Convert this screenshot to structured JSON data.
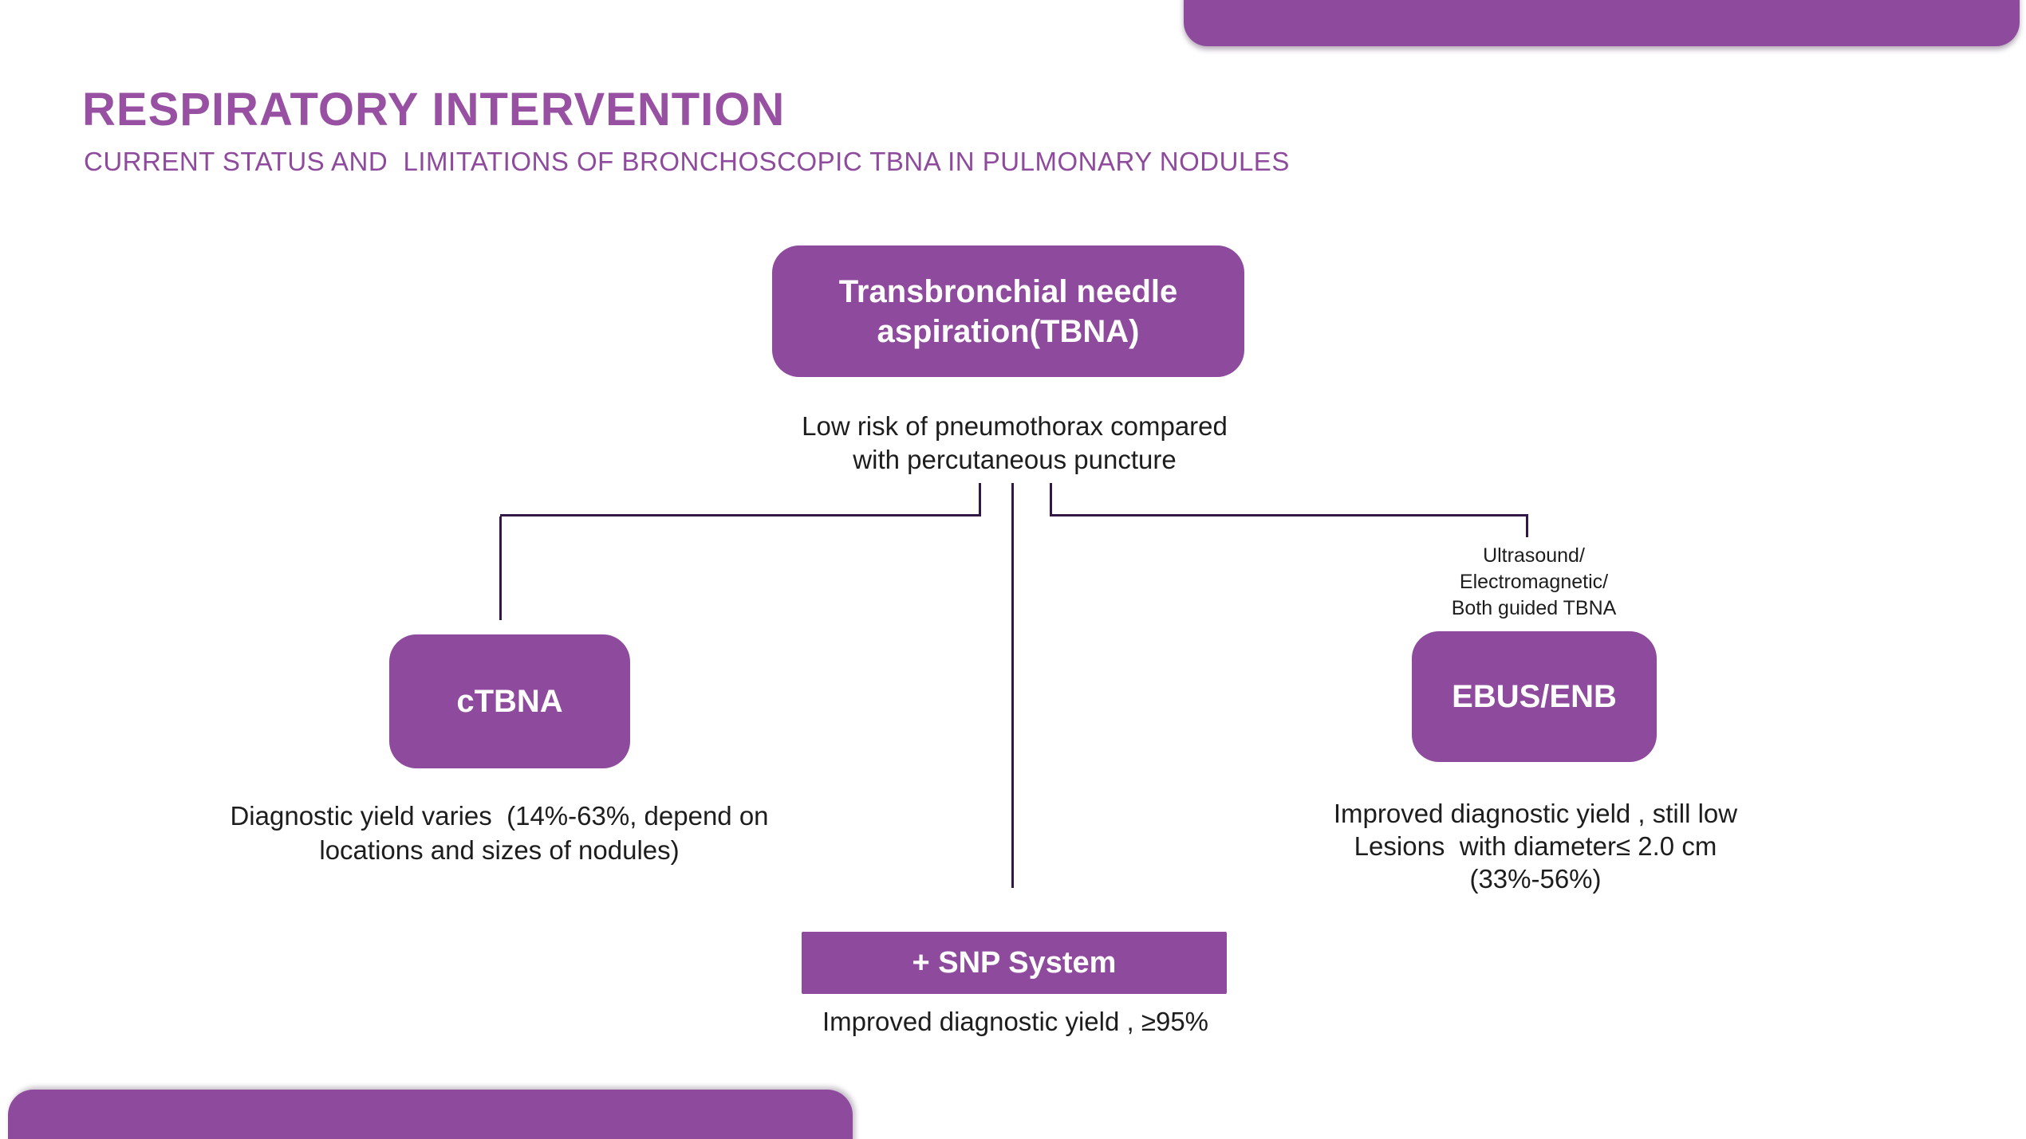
{
  "colors": {
    "node_purple": "#8e4a9c",
    "title_purple": "#9750a2",
    "connector_purple": "#331744",
    "text_black": "#1d1d1d",
    "node_text_white": "#ffffff"
  },
  "header": {
    "title": "RESPIRATORY INTERVENTION",
    "subtitle": "CURRENT STATUS AND  LIMITATIONS OF BRONCHOSCOPIC TBNA IN PULMONARY NODULES"
  },
  "diagram": {
    "root": {
      "label": "Transbronchial needle\naspiration(TBNA)",
      "caption": "Low risk of pneumothorax compared\nwith percutaneous puncture"
    },
    "left_branch": {
      "label": "cTBNA",
      "caption": "Diagnostic yield varies  (14%-63%, depend on\nlocations and sizes of nodules)"
    },
    "right_branch": {
      "annotation": "Ultrasound/\nElectromagnetic/\nBoth guided TBNA",
      "label": "EBUS/ENB",
      "caption": "Improved diagnostic yield , still low\nLesions  with diameter≤ 2.0 cm\n(33%-56%)"
    },
    "bottom_branch": {
      "label": "+ SNP System",
      "caption": "Improved diagnostic yield , ≥95%"
    }
  }
}
